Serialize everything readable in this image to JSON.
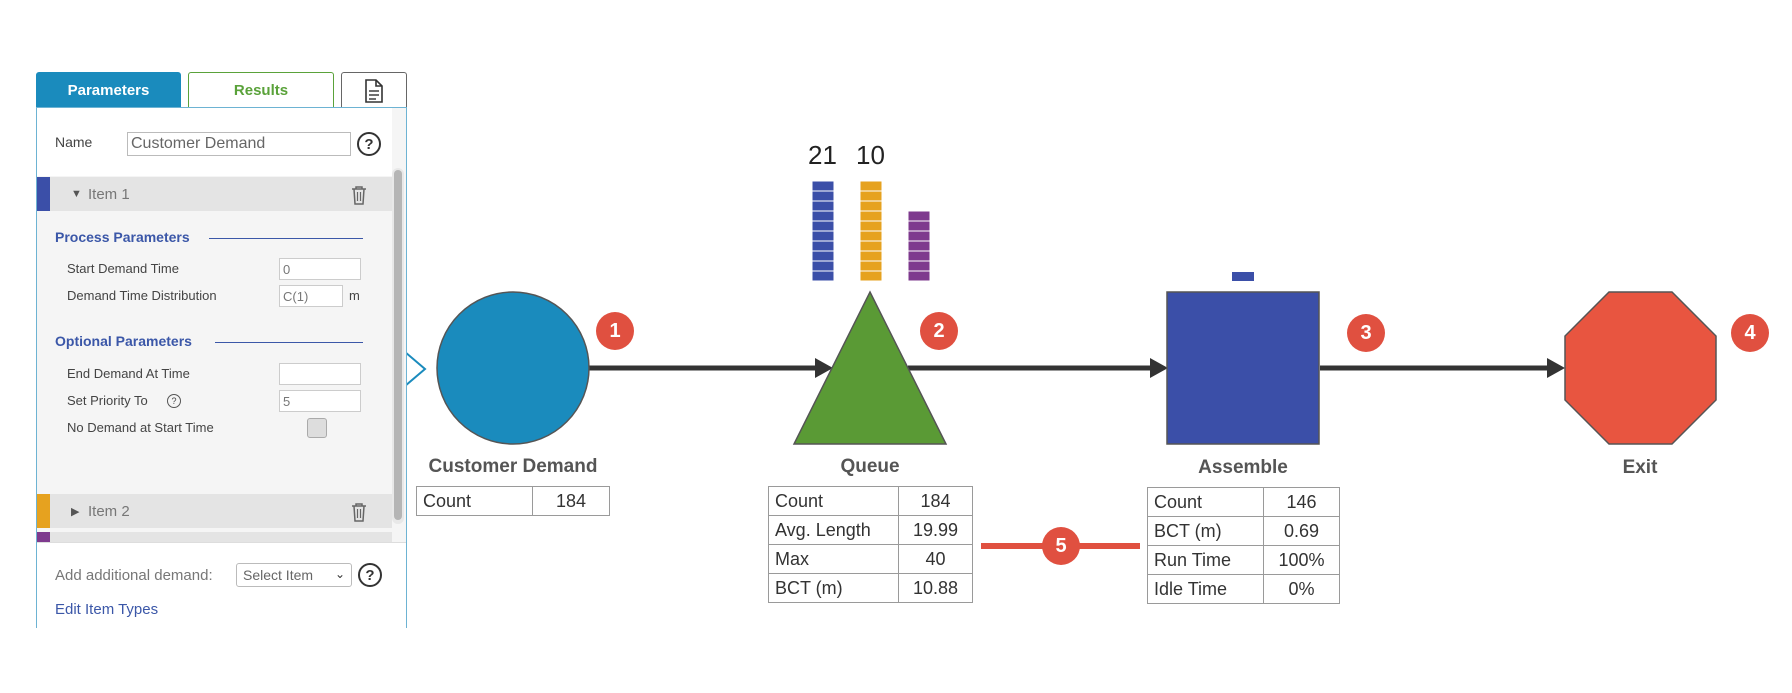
{
  "panel": {
    "tabs": {
      "parameters": "Parameters",
      "results": "Results",
      "doc_icon": "document-icon"
    },
    "name_label": "Name",
    "name_value": "Customer Demand",
    "items": [
      {
        "label": "Item 1",
        "color": "#3b4fa8",
        "expanded": true
      },
      {
        "label": "Item 2",
        "color": "#e6a21f",
        "expanded": false
      },
      {
        "label": "",
        "color": "#7e3a8e",
        "expanded": false
      }
    ],
    "process_params": {
      "title": "Process Parameters",
      "start_demand_label": "Start Demand Time",
      "start_demand_value": "0",
      "distribution_label": "Demand Time Distribution",
      "distribution_value": "C(1)",
      "distribution_unit": "m"
    },
    "optional_params": {
      "title": "Optional Parameters",
      "end_demand_label": "End Demand At Time",
      "end_demand_value": "",
      "priority_label": "Set Priority To",
      "priority_value": "5",
      "no_demand_label": "No Demand at Start Time",
      "no_demand_checked": false
    },
    "footer": {
      "add_label": "Add additional demand:",
      "select_value": "Select Item",
      "edit_link": "Edit Item Types"
    }
  },
  "diagram": {
    "nodes": [
      {
        "name": "Customer Demand",
        "badge": "1",
        "shape": "circle",
        "color": "#1a8bbd",
        "stats": [
          {
            "label": "Count",
            "value": "184"
          }
        ]
      },
      {
        "name": "Queue",
        "badge": "2",
        "shape": "triangle",
        "color": "#5a9a35",
        "queue_counts": [
          "21",
          "10"
        ],
        "queue_levels": [
          10,
          10,
          7
        ],
        "queue_colors": [
          "#3b4fa8",
          "#e6a21f",
          "#7e3a8e"
        ],
        "stats": [
          {
            "label": "Count",
            "value": "184"
          },
          {
            "label": "Avg. Length",
            "value": "19.99"
          },
          {
            "label": "Max",
            "value": "40"
          },
          {
            "label": "BCT (m)",
            "value": "10.88"
          }
        ]
      },
      {
        "name": "Assemble",
        "badge": "3",
        "shape": "square",
        "color": "#3b4fa8",
        "in_process_levels": [
          1
        ],
        "stats": [
          {
            "label": "Count",
            "value": "146"
          },
          {
            "label": "BCT (m)",
            "value": "0.69"
          },
          {
            "label": "Run Time",
            "value": "100%"
          },
          {
            "label": "Idle Time",
            "value": "0%"
          }
        ]
      },
      {
        "name": "Exit",
        "badge": "4",
        "shape": "octagon",
        "color": "#e85540"
      }
    ],
    "link_badge": "5",
    "accent": "#e05040"
  }
}
